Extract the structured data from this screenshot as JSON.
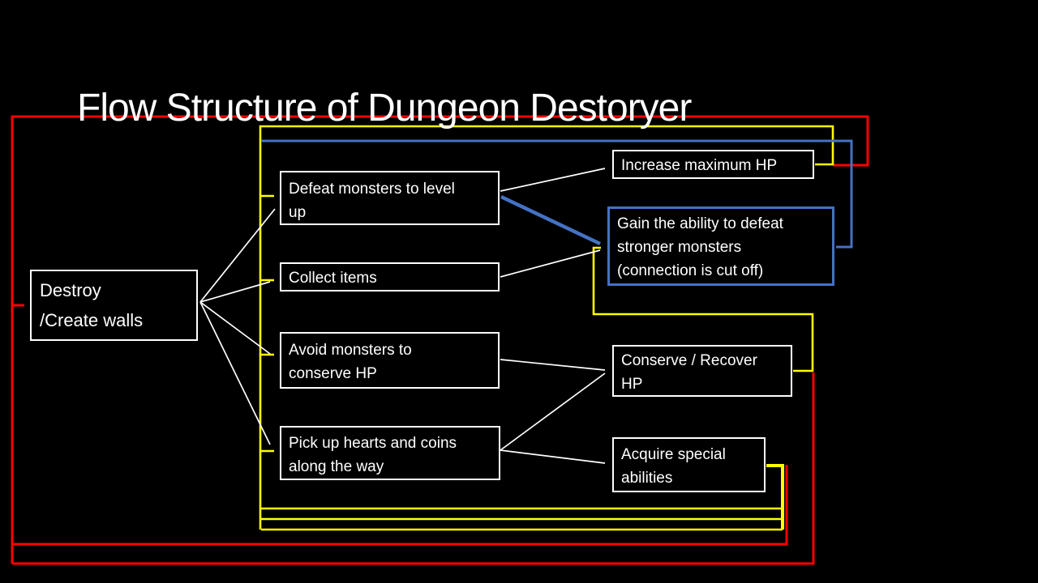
{
  "title": "Flow Structure of Dungeon Destoryer",
  "colors": {
    "background": "#000000",
    "white": "#ffffff",
    "red": "#ff0000",
    "yellow": "#ffff00",
    "blue": "#4472c4"
  },
  "nodes": {
    "destroy": {
      "label": "Destroy\n/Create walls"
    },
    "defeat": {
      "label": "Defeat monsters to level\nup"
    },
    "collect": {
      "label": "Collect items"
    },
    "avoid": {
      "label": "Avoid monsters to\nconserve HP"
    },
    "pickup": {
      "label": "Pick up hearts and coins\nalong the way"
    },
    "increase": {
      "label": "Increase maximum HP"
    },
    "gain": {
      "label": "Gain the ability to defeat\nstronger monsters\n(connection is cut off)"
    },
    "conserve": {
      "label": "Conserve / Recover\nHP"
    },
    "acquire": {
      "label": "Acquire special\nabilities"
    }
  },
  "connections": [
    {
      "from": "destroy",
      "to": "defeat",
      "color": "white"
    },
    {
      "from": "destroy",
      "to": "collect",
      "color": "white"
    },
    {
      "from": "destroy",
      "to": "avoid",
      "color": "white"
    },
    {
      "from": "destroy",
      "to": "pickup",
      "color": "white"
    },
    {
      "from": "defeat",
      "to": "increase",
      "color": "white"
    },
    {
      "from": "defeat",
      "to": "gain",
      "color": "blue"
    },
    {
      "from": "collect",
      "to": "gain",
      "color": "white"
    },
    {
      "from": "avoid",
      "to": "conserve",
      "color": "white"
    },
    {
      "from": "pickup",
      "to": "conserve",
      "color": "white"
    },
    {
      "from": "pickup",
      "to": "acquire",
      "color": "white"
    },
    {
      "from": "conserve",
      "to": "gain",
      "color": "yellow"
    },
    {
      "from": "increase",
      "to": "defeat",
      "color": "yellow"
    },
    {
      "from": "increase",
      "to": "collect",
      "color": "yellow"
    },
    {
      "from": "increase",
      "to": "avoid",
      "color": "yellow"
    },
    {
      "from": "increase",
      "to": "pickup",
      "color": "yellow"
    },
    {
      "from": "acquire",
      "to": "defeat",
      "color": "yellow"
    },
    {
      "from": "acquire",
      "to": "collect",
      "color": "yellow"
    },
    {
      "from": "acquire",
      "to": "avoid",
      "color": "yellow"
    },
    {
      "from": "acquire",
      "to": "pickup",
      "color": "yellow"
    },
    {
      "from": "gain",
      "to": "defeat",
      "color": "blue"
    },
    {
      "from": "increase",
      "to": "destroy",
      "color": "red"
    },
    {
      "from": "conserve",
      "to": "destroy",
      "color": "red"
    },
    {
      "from": "acquire",
      "to": "destroy",
      "color": "red"
    }
  ]
}
